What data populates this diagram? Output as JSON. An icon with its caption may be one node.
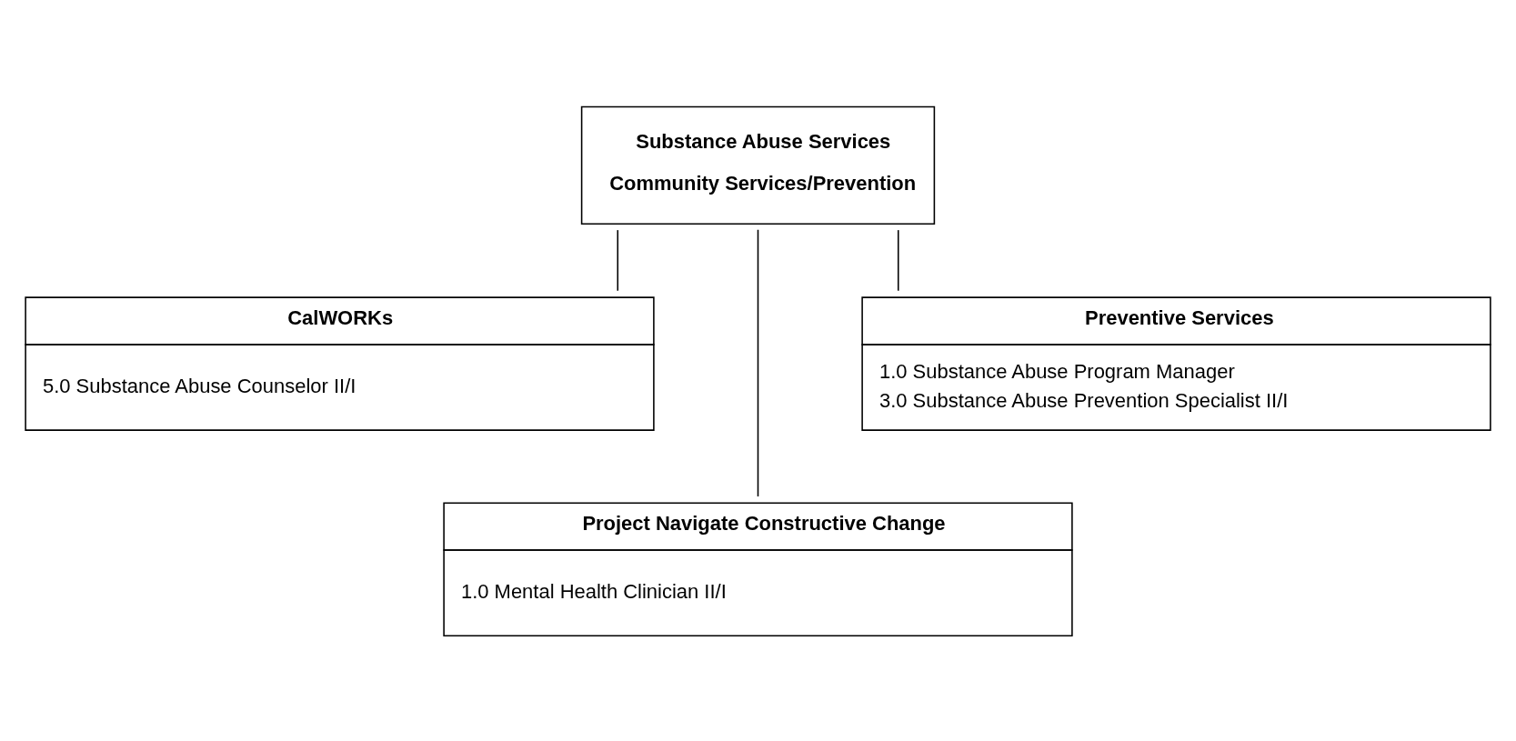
{
  "diagram": {
    "nodes": [
      {
        "text": [
          "Substance Abuse Services",
          "Community Services/Prevention"
        ]
      },
      {
        "text": [
          "CalWORKs",
          "5.0 Substance Abuse Counselor II/I"
        ]
      },
      {
        "text": [
          "Project Navigate Constructive Change",
          "1.0 Mental Health Clinician II/I"
        ]
      },
      {
        "text": [
          "Preventive Services",
          "1.0 Substance Abuse Program Manager",
          "3.0 Substance Abuse Prevention Specialist II/I"
        ]
      }
    ],
    "edges": [
      {
        "from": 0,
        "to": 1,
        "arrow": "none"
      },
      {
        "from": 0,
        "to": 2,
        "arrow": "none"
      },
      {
        "from": 0,
        "to": 3,
        "arrow": "none"
      }
    ]
  }
}
